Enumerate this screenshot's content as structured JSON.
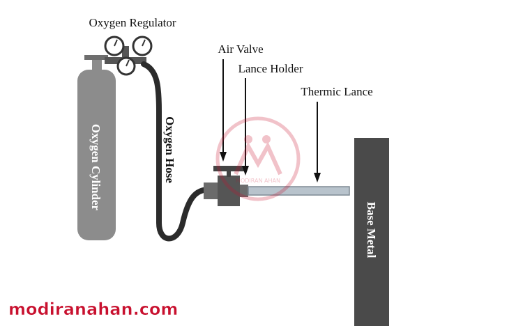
{
  "labels": {
    "regulator": "Oxygen Regulator",
    "cylinder": "Oxygen Cylinder",
    "hose": "Oxygen Hose",
    "air_valve": "Air Valve",
    "lance_holder": "Lance Holder",
    "thermic_lance": "Thermic Lance",
    "base_metal": "Base Metal"
  },
  "watermark": {
    "site": "modiranahan.com",
    "logo_text": "MODIRAN AHAN"
  },
  "colors": {
    "cylinder": "#8c8c8c",
    "base_metal": "#4a4a4a",
    "hose": "#2b2b2b",
    "lance": "#b8c3cc",
    "watermark_red": "#c8102e"
  }
}
